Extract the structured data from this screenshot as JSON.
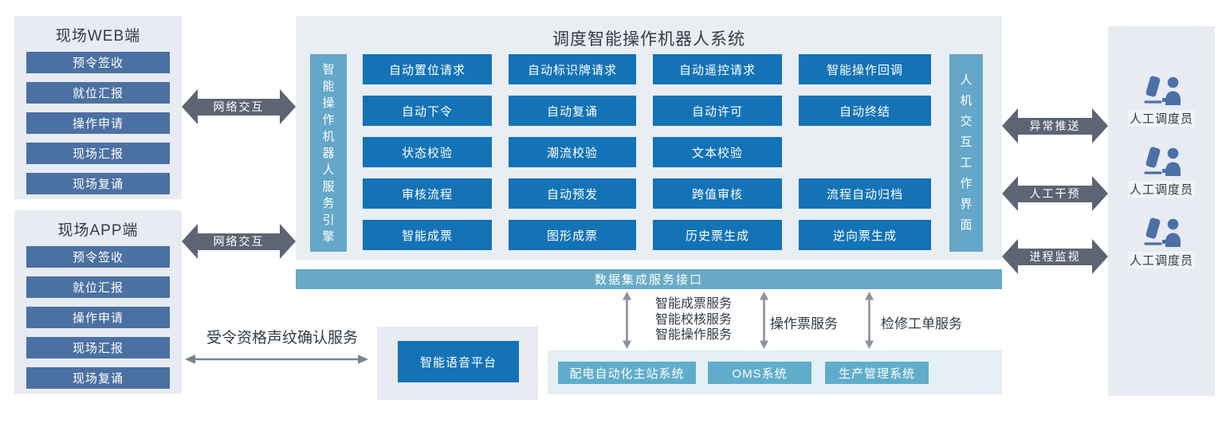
{
  "colors": {
    "page_bg": "#ffffff",
    "panel_gray": "#e8ebf2",
    "main_panel_bg": "#e9eef3",
    "bottom_container_bg": "#e4f0f5",
    "item_blue": "#4b70a2",
    "button_blue": "#1373b6",
    "side_bar_teal": "#64a7c8",
    "bus_teal": "#68aac6",
    "bottom_box_teal": "#5fadca",
    "arrow_dark": "#5d6574",
    "arrow_gray": "#8d939c",
    "thin_arrow_gray": "#7a8490",
    "text_dark": "#333b45",
    "person_blue": "#4a71a6"
  },
  "left_web_panel": {
    "title": "现场WEB端",
    "items": [
      "预令签收",
      "就位汇报",
      "操作申请",
      "现场汇报",
      "现场复诵"
    ]
  },
  "left_app_panel": {
    "title": "现场APP端",
    "items": [
      "预令签收",
      "就位汇报",
      "操作申请",
      "现场汇报",
      "现场复诵"
    ]
  },
  "network_arrows": {
    "web": "网络交互",
    "app": "网络交互"
  },
  "main_system": {
    "title": "调度智能操作机器人系统",
    "left_bar": "智能操作机器人服务引擎",
    "right_bar": "人机交互工作界面",
    "grid": {
      "rows": [
        {
          "cells": [
            "自动置位请求",
            "自动标识牌请求",
            "自动遥控请求",
            "智能操作回调"
          ]
        },
        {
          "cells": [
            "自动下令",
            "自动复诵",
            "自动许可",
            "自动终结"
          ]
        },
        {
          "cells": [
            "状态校验",
            "潮流校验",
            "文本校验"
          ]
        },
        {
          "cells": [
            "审核流程",
            "自动预发",
            "跨值审核",
            "流程自动归档"
          ]
        },
        {
          "cells": [
            "智能成票",
            "图形成票",
            "历史票生成",
            "逆向票生成"
          ]
        }
      ]
    }
  },
  "right_arrows": [
    {
      "label": "异常推送"
    },
    {
      "label": "人工干预"
    },
    {
      "label": "进程监视"
    }
  ],
  "dispatchers": [
    {
      "icon": "dispatcher-desk-icon",
      "label": "人工调度员"
    },
    {
      "icon": "dispatcher-desk-icon",
      "label": "人工调度员"
    },
    {
      "icon": "dispatcher-desk-icon",
      "label": "人工调度员"
    }
  ],
  "data_bus": {
    "label": "数据集成服务接口"
  },
  "voice": {
    "service_label": "受令资格声纹确认服务",
    "platform_label": "智能语音平台"
  },
  "integration_services": {
    "stack_lines": [
      "智能成票服务",
      "智能校核服务",
      "智能操作服务"
    ],
    "middle_label": "操作票服务",
    "right_label": "检修工单服务"
  },
  "bottom_systems": [
    {
      "label": "配电自动化主站系统"
    },
    {
      "label": "OMS系统"
    },
    {
      "label": "生产管理系统"
    }
  ]
}
